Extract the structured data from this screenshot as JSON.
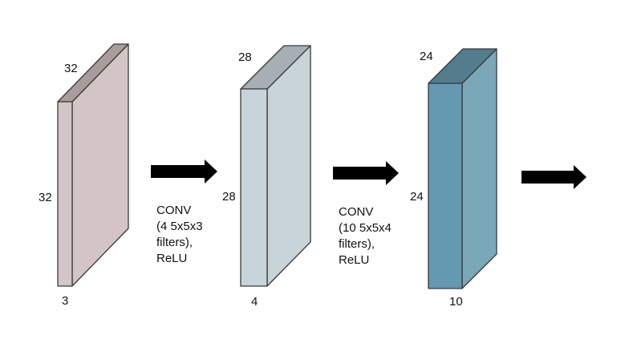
{
  "volumes": [
    {
      "id": "input",
      "width_label": "32",
      "height_label": "32",
      "depth_label": "3",
      "colors": {
        "front": "#d4c6c6",
        "side": "#d3c5c5",
        "top": "#a99c9b"
      }
    },
    {
      "id": "conv1-output",
      "width_label": "28",
      "height_label": "28",
      "depth_label": "4",
      "colors": {
        "front": "#c8d4db",
        "side": "#c9d4d8",
        "top": "#a6afb3"
      }
    },
    {
      "id": "conv2-output",
      "width_label": "24",
      "height_label": "24",
      "depth_label": "10",
      "colors": {
        "front": "#6499b1",
        "side": "#7aa8b8",
        "top": "#537c8d"
      }
    }
  ],
  "operations": [
    {
      "lines": [
        "CONV",
        "(4 5x5x3",
        "filters),",
        "ReLU"
      ]
    },
    {
      "lines": [
        "CONV",
        "(10 5x5x4",
        "filters),",
        "ReLU"
      ]
    }
  ],
  "arrow_color": "#000000",
  "edge_color": "#3a3a3a"
}
